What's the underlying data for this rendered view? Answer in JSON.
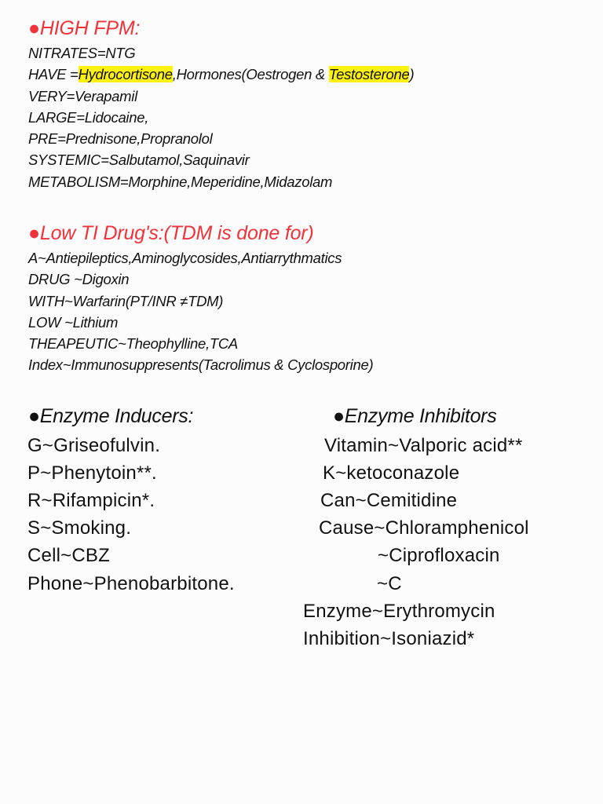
{
  "section1": {
    "heading": "●HIGH FPM:",
    "lines": [
      {
        "a": "NITRATES=NTG",
        "hl1": "",
        "b": "",
        "hl2": "",
        "c": ""
      },
      {
        "a": "HAVE =",
        "hl1": "Hydrocortisone",
        "b": ",Hormones(Oestrogen & ",
        "hl2": "Testosterone",
        "c": ")"
      },
      {
        "a": "VERY=Verapamil",
        "hl1": "",
        "b": "",
        "hl2": "",
        "c": ""
      },
      {
        "a": "LARGE=Lidocaine,",
        "hl1": "",
        "b": "",
        "hl2": "",
        "c": ""
      },
      {
        "a": "PRE=Prednisone,Propranolol",
        "hl1": "",
        "b": "",
        "hl2": "",
        "c": ""
      },
      {
        "a": "SYSTEMIC=Salbutamol,Saquinavir",
        "hl1": "",
        "b": "",
        "hl2": "",
        "c": ""
      },
      {
        "a": "METABOLISM=Morphine,Meperidine,Midazolam",
        "hl1": "",
        "b": "",
        "hl2": "",
        "c": ""
      }
    ]
  },
  "section2": {
    "heading": "●Low TI Drug's:(TDM is done for)",
    "lines": [
      "A~Antiepileptics,Aminoglycosides,Antiarrythmatics",
      "DRUG ~Digoxin",
      "WITH~Warfarin(PT/INR ≠TDM)",
      "LOW ~Lithium",
      "THEAPEUTIC~Theophylline,TCA",
      "Index~Immunosuppresents(Tacrolimus & Cyclosporine)"
    ]
  },
  "inducers": {
    "heading": "●Enzyme Inducers:",
    "lines": [
      "G~Griseofulvin.",
      "P~Phenytoin**.",
      "R~Rifampicin*.",
      "S~Smoking.",
      "Cell~CBZ",
      "Phone~Phenobarbitone."
    ]
  },
  "inhibitors": {
    "heading": "●Enzyme Inhibitors",
    "lines": [
      "Vitamin~Valporic acid**",
      "K~ketoconazole",
      "Can~Cemitidine",
      "Cause~Chloramphenicol",
      "~Ciprofloxacin",
      "~C",
      "Enzyme~Erythromycin",
      "Inhibition~Isoniazid*"
    ]
  }
}
